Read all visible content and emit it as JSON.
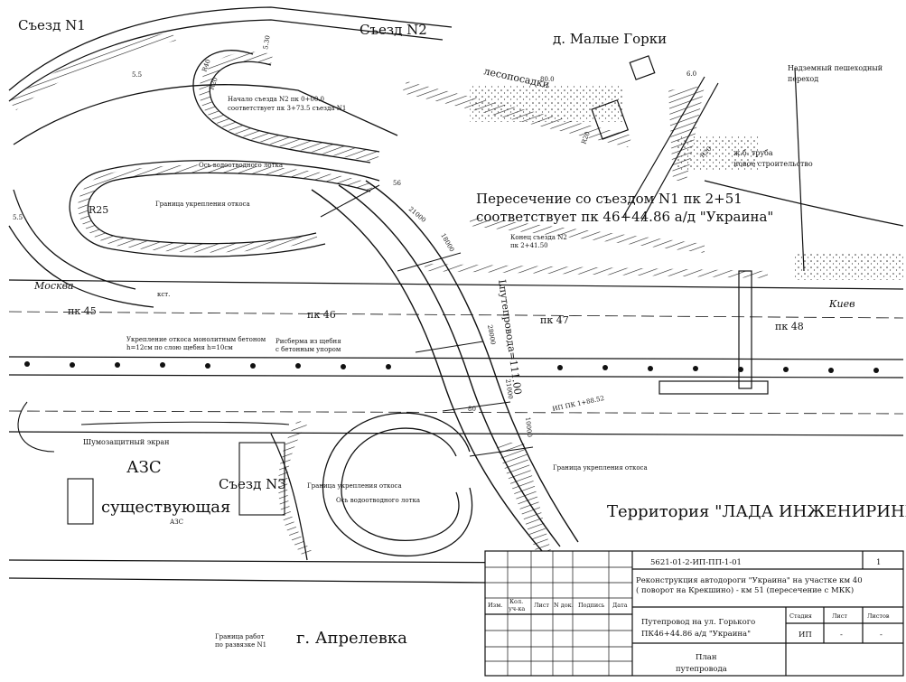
{
  "drawing": {
    "labels": {
      "exit_n1": "Съезд N1",
      "exit_n2": "Съезд N2",
      "exit_n3": "Съезд N3",
      "village": "д. Малые Горки",
      "forest_belt": "лесопосадки",
      "footbridge": "Надземный пешеходный переход",
      "pipe": "ж.б. труба новое строительство",
      "exit2_start": "Начало съезда N2 пк 0+00.0 соответствует пк 3+73.5 съезда N1",
      "drain_axis_top": "Ось водоотводного лотка",
      "slope_border_left": "Граница укрепления откоса",
      "intersection_line1": "Пересечение со съездом N1 пк 2+51",
      "intersection_line2": "соответствует пк 46+44.86 а/д \"Украина\"",
      "exit2_end": "Конец съезда N2 пк 2+41.50",
      "moscow": "Москва",
      "kiev": "Киев",
      "pk45": "пк 45",
      "pk46": "пк 46",
      "pk47": "пк 47",
      "pk48": "пк 48",
      "slope_concrete": "Укрепление откоса монолитным бетоном h=12см по слою щебня h=10см",
      "rubble": "Рисберма из щебня с бетонным упором",
      "noise_screen": "Шумозащитный экран",
      "gas_station": "АЗС",
      "existing": "существующая",
      "azs_small": "АЗС",
      "slope_border_center": "Граница укрепления откоса",
      "drain_axis_center": "Ось водоотводного лотка",
      "slope_border_right": "Граница укрепления откоса",
      "territory": "Территория \"ЛАДА ИНЖЕНИРИНГ\"",
      "city": "г. Апрелевка",
      "work_border": "Граница работ по развязке N1",
      "bridge_length": "Lпутепровода=111.00",
      "ip_pk": "ИП ПК 1+88.52",
      "kst": "кст."
    },
    "dimensions": {
      "r40": "R40",
      "r20a": "R20",
      "r25": "R25",
      "r20b": "R20",
      "r20c": "R20",
      "d55a": "5.5",
      "d55b": "5.5",
      "d530": "5.30",
      "d60": "6.0",
      "d800": "80.0",
      "span21000a": "21000",
      "span18000": "18000",
      "span28000": "28000",
      "span21000b": "21000",
      "span10000": "10000",
      "d80": "80",
      "d56": "56"
    }
  },
  "stamp": {
    "doc_code": "5621-01-2-ИП-ПП-1-01",
    "sheet_no": "1",
    "project_title": "Реконструкция автодороги \"Украина\" на участке км 40 ( поворот на Крекшино) - км 51 (пересечение с МКК)",
    "object_line1": "Путепровод на ул. Горького",
    "object_line2": "ПК46+44.86 а/д \"Украина\"",
    "headers": {
      "change": "Изм.",
      "count": "Кол. уч-ка",
      "sheet": "Лист",
      "doc_no": "N док.",
      "signature": "Подпись",
      "date": "Дата"
    },
    "stage_header": "Стадия",
    "sheet_header": "Лист",
    "sheets_header": "Листов",
    "stage_value": "ИП",
    "sheet_value": "-",
    "sheets_value": "-",
    "plan_title_line1": "План",
    "plan_title_line2": "путепровода"
  }
}
